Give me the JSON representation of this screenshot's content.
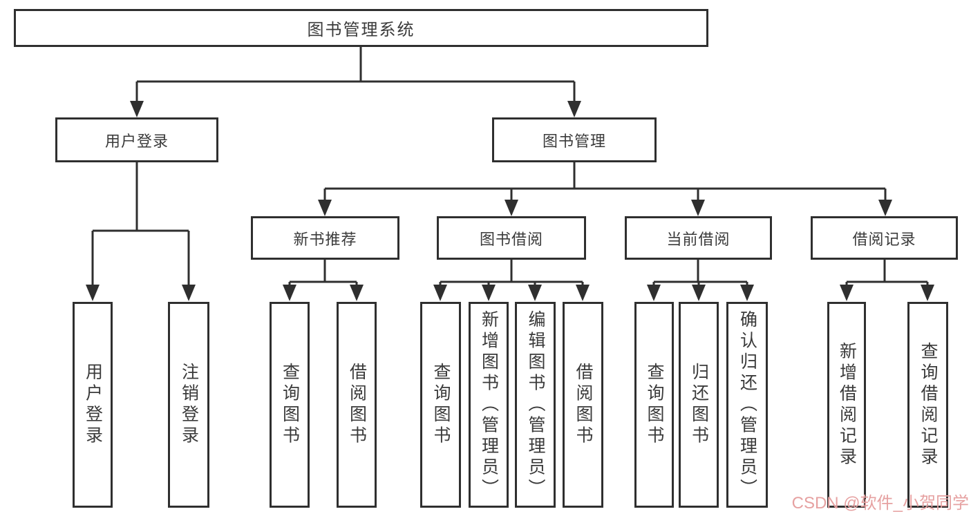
{
  "colors": {
    "line": "#2f2f2f",
    "box_border": "#2f2f2f",
    "text": "#3a3a3a",
    "background": "#ffffff",
    "watermark": "#e6a1a1"
  },
  "diagram": {
    "root": {
      "label": "图书管理系统"
    },
    "branches": [
      {
        "label": "用户登录"
      },
      {
        "label": "图书管理"
      }
    ],
    "groups": [
      {
        "label": "新书推荐"
      },
      {
        "label": "图书借阅"
      },
      {
        "label": "当前借阅"
      },
      {
        "label": "借阅记录"
      }
    ],
    "leaves": [
      {
        "label": "用户登录"
      },
      {
        "label": "注销登录"
      },
      {
        "label": "查询图书"
      },
      {
        "label": "借阅图书"
      },
      {
        "label": "查询图书"
      },
      {
        "label": "新增图书（管理员）"
      },
      {
        "label": "编辑图书（管理员）"
      },
      {
        "label": "借阅图书"
      },
      {
        "label": "查询图书"
      },
      {
        "label": "归还图书"
      },
      {
        "label": "确认归还（管理员）"
      },
      {
        "label": "新增借阅记录"
      },
      {
        "label": "查询借阅记录"
      }
    ]
  },
  "watermark": {
    "text": "CSDN @软件_小贺同学"
  }
}
